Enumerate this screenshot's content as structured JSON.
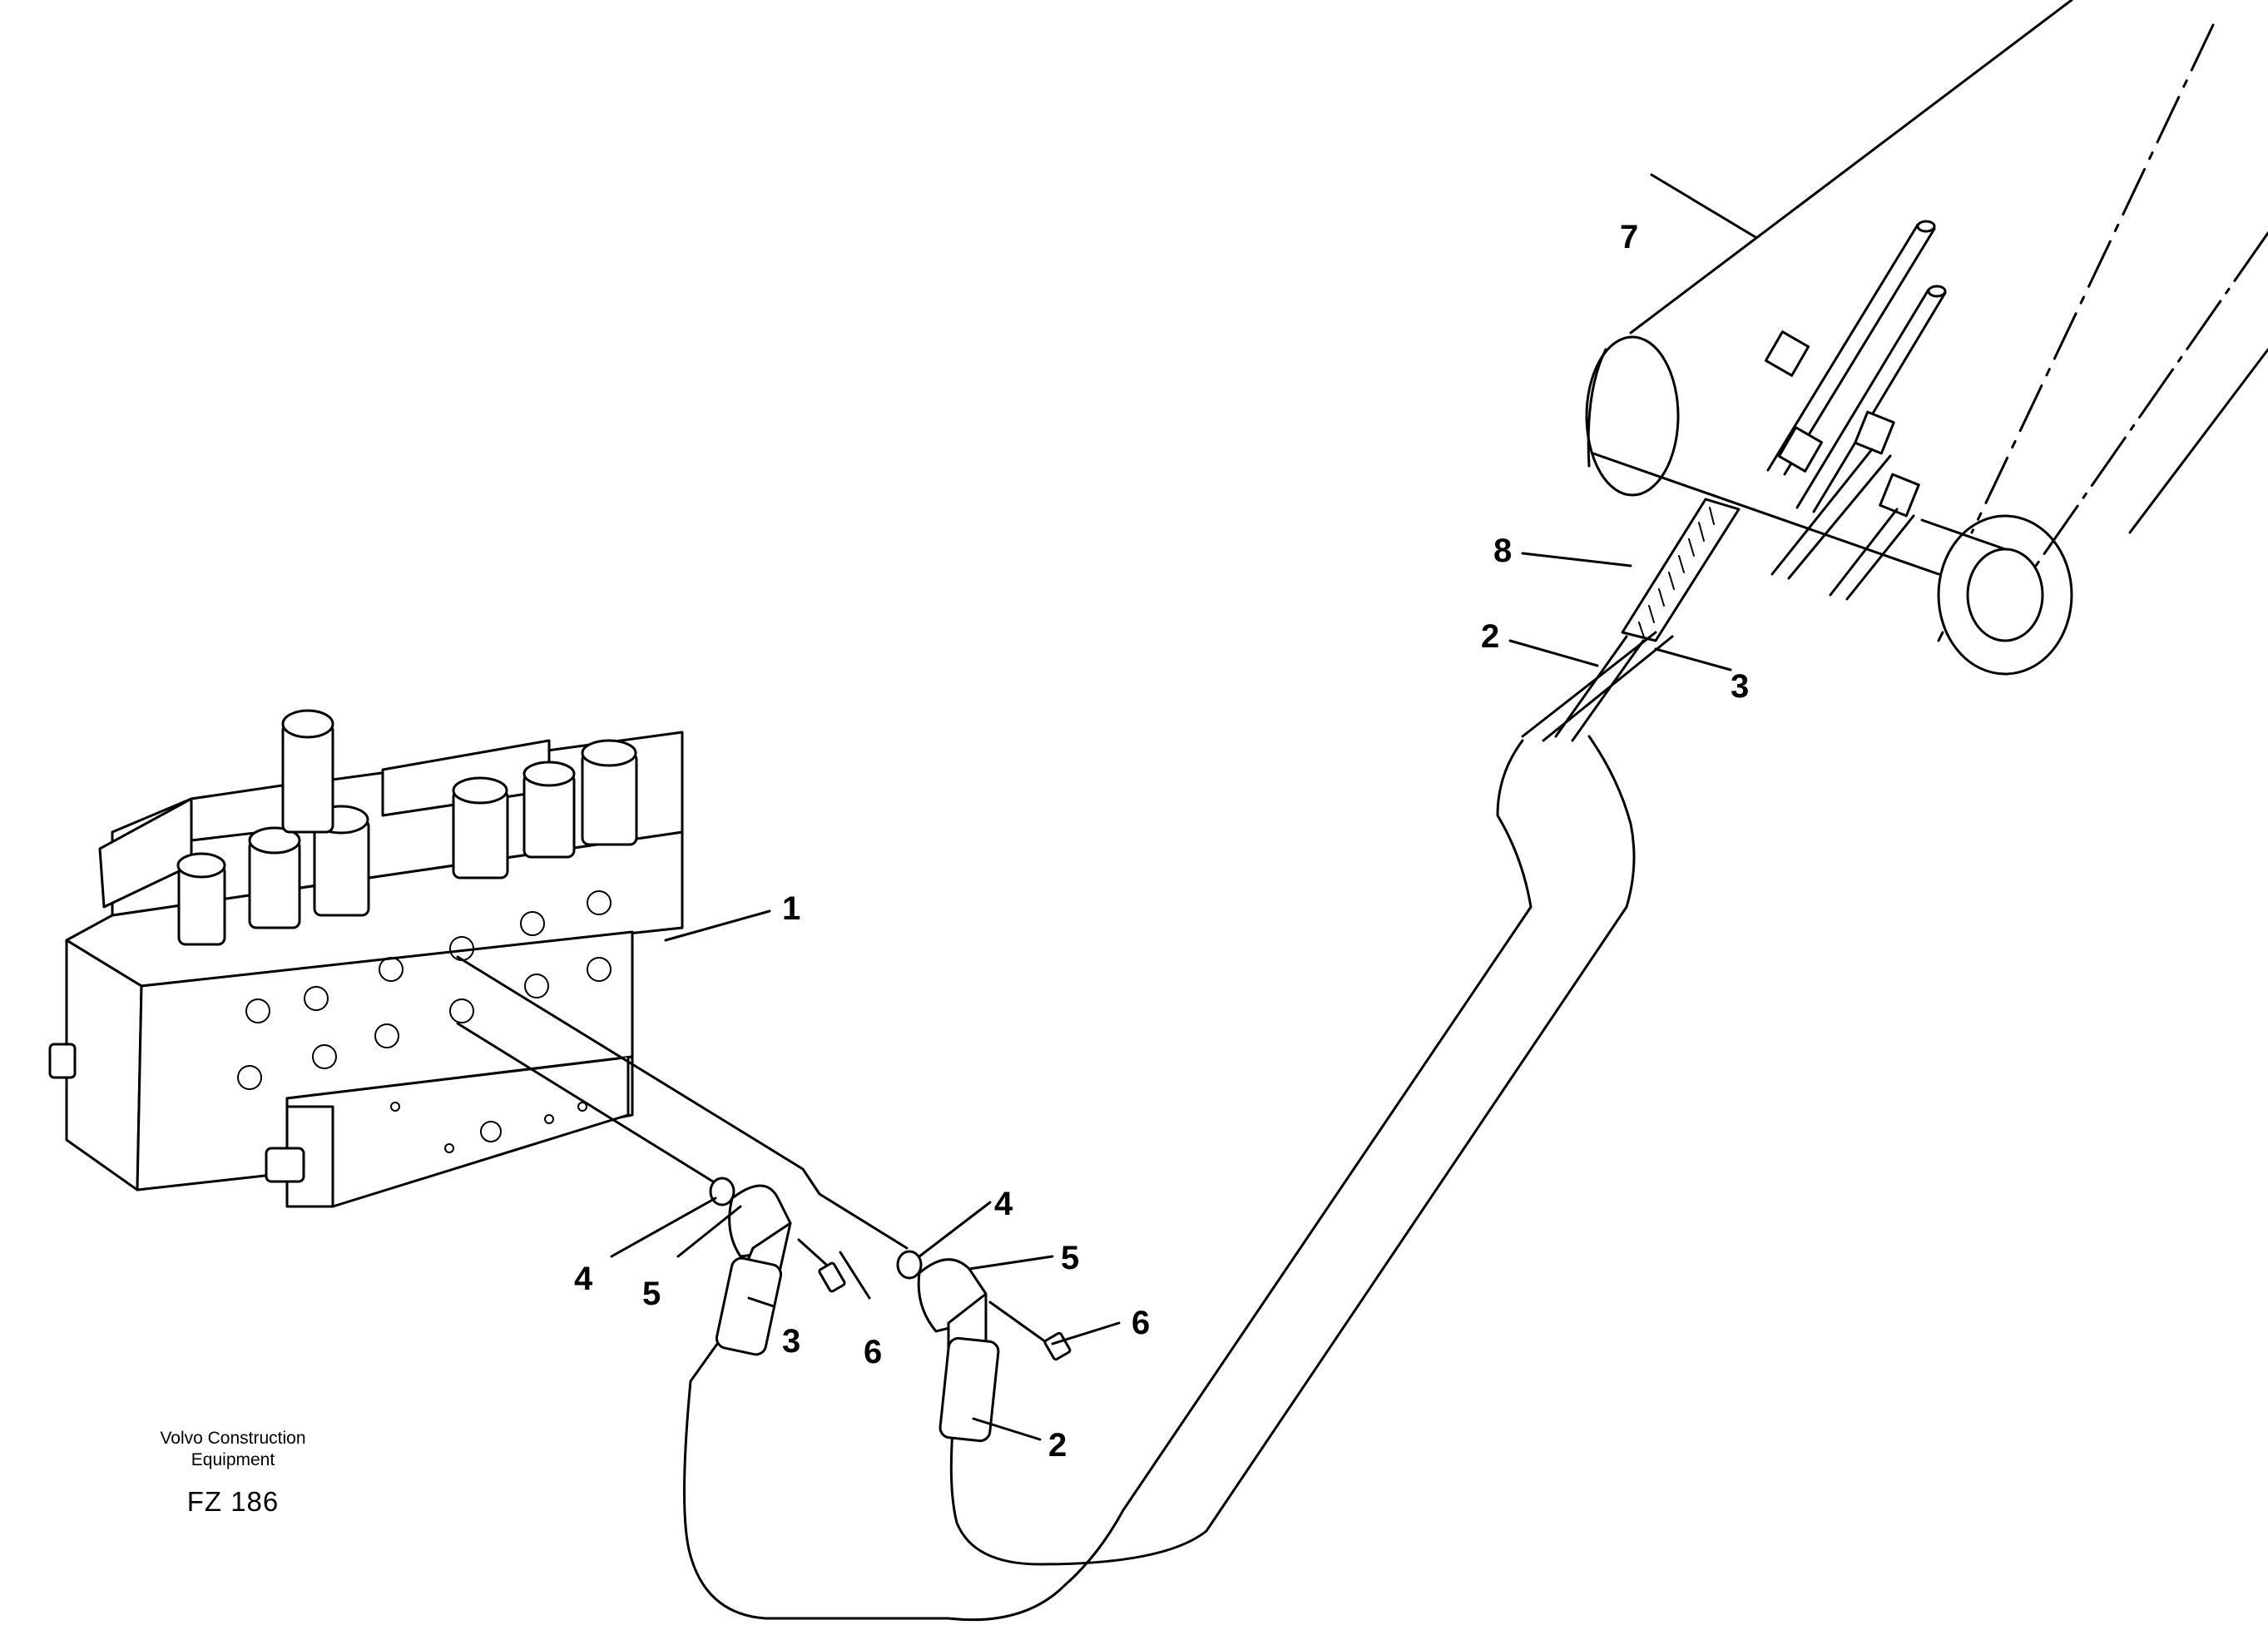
{
  "caption": {
    "company_line1": "Volvo Construction",
    "company_line2": "Equipment",
    "figure_code": "FZ 186"
  },
  "callouts": [
    {
      "id": "c1",
      "label": "1"
    },
    {
      "id": "c2a",
      "label": "2"
    },
    {
      "id": "c2b",
      "label": "2"
    },
    {
      "id": "c3a",
      "label": "3"
    },
    {
      "id": "c3b",
      "label": "3"
    },
    {
      "id": "c4a",
      "label": "4"
    },
    {
      "id": "c4b",
      "label": "4"
    },
    {
      "id": "c5a",
      "label": "5"
    },
    {
      "id": "c5b",
      "label": "5"
    },
    {
      "id": "c6a",
      "label": "6"
    },
    {
      "id": "c6b",
      "label": "6"
    },
    {
      "id": "c7",
      "label": "7"
    },
    {
      "id": "c8",
      "label": "8"
    }
  ]
}
